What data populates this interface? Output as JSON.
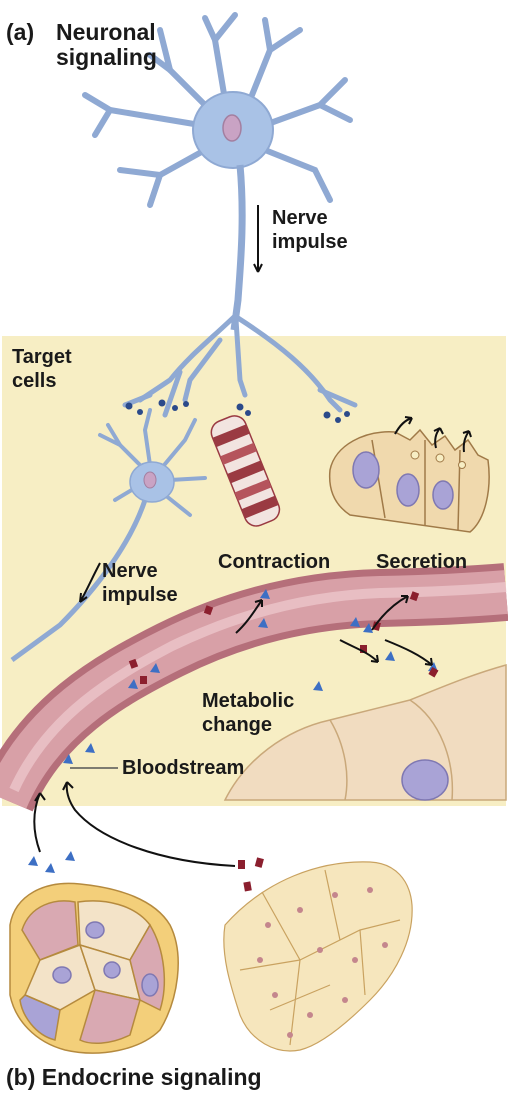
{
  "panels": {
    "a_letter": "(a)",
    "a_title_line1": "Neuronal",
    "a_title_line2": "signaling",
    "b_title": "(b) Endocrine signaling"
  },
  "labels": {
    "target_cells_line1": "Target",
    "target_cells_line2": "cells",
    "nerve_impulse_top_line1": "Nerve",
    "nerve_impulse_top_line2": "impulse",
    "nerve_impulse_left_line1": "Nerve",
    "nerve_impulse_left_line2": "impulse",
    "contraction": "Contraction",
    "secretion": "Secretion",
    "metabolic_change_line1": "Metabolic",
    "metabolic_change_line2": "change",
    "bloodstream": "Bloodstream"
  },
  "colors": {
    "target_region": "#f7eec4",
    "neuron": "#9db8df",
    "neuron_nucleus": "#c9a3c4",
    "blood_vessel": "#c9868e",
    "hormone_blue": "#3d6fc4",
    "hormone_red": "#8b1f2e",
    "gland_cell": "#e9d3a6",
    "gland_nucleus": "#a9a3d6",
    "muscle_stripe": "#9a3a42"
  }
}
